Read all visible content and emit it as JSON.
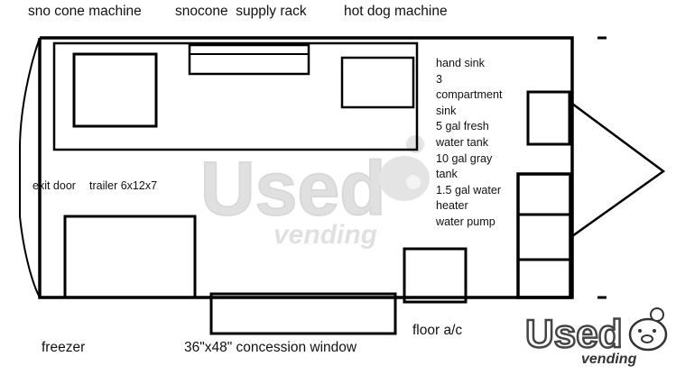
{
  "labels": {
    "sno_cone_machine": "sno cone machine",
    "snocone_supply_rack": "snocone  supply rack",
    "hot_dog_machine": "hot dog machine",
    "exit_door": "exit door",
    "trailer_size": "trailer 6x12x7",
    "freezer": "freezer",
    "concession_window": "36\"x48\" concession window",
    "floor_ac": "floor a/c"
  },
  "equipment_list": [
    "hand sink",
    "3",
    "compartment",
    "sink",
    "5 gal fresh",
    "water tank",
    "10 gal gray",
    "tank",
    "1.5 gal water",
    "heater",
    "water pump"
  ],
  "watermark": {
    "brand_top": "Used",
    "brand_bottom": "vending",
    "color": "#cccccc",
    "icon": "pig-coin-icon"
  },
  "colors": {
    "line": "#000000",
    "background": "#ffffff"
  }
}
